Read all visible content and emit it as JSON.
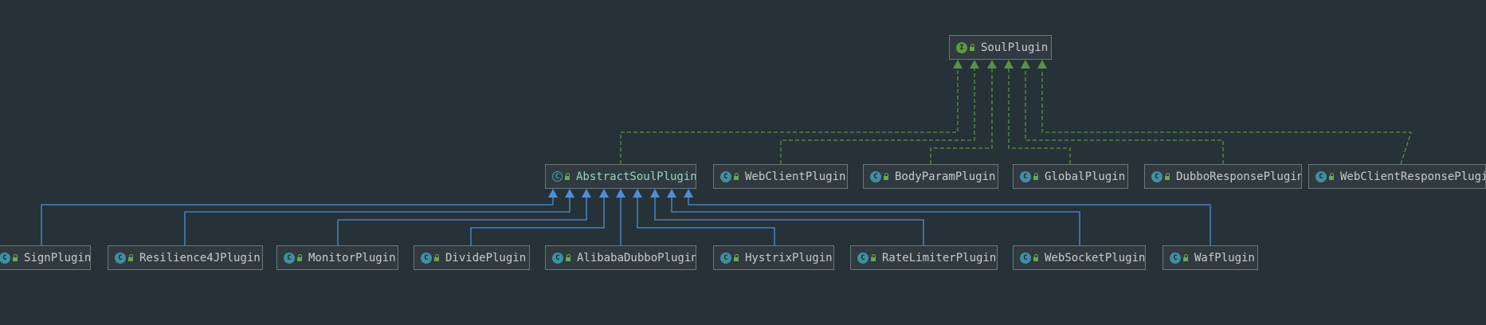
{
  "diagram": {
    "root": {
      "label": "SoulPlugin",
      "kind": "interface",
      "icon": "interface-icon"
    },
    "implementors": [
      {
        "label": "AbstractSoulPlugin",
        "kind": "abstract",
        "icon": "abstract-class-icon"
      },
      {
        "label": "WebClientPlugin",
        "kind": "class",
        "icon": "class-icon"
      },
      {
        "label": "BodyParamPlugin",
        "kind": "class",
        "icon": "class-icon"
      },
      {
        "label": "GlobalPlugin",
        "kind": "class",
        "icon": "class-icon"
      },
      {
        "label": "DubboResponsePlugin",
        "kind": "class",
        "icon": "class-icon"
      },
      {
        "label": "WebClientResponsePlugin",
        "kind": "class",
        "icon": "class-icon"
      }
    ],
    "subclasses": [
      {
        "label": "SignPlugin",
        "kind": "class",
        "icon": "class-icon"
      },
      {
        "label": "Resilience4JPlugin",
        "kind": "class",
        "icon": "class-icon"
      },
      {
        "label": "MonitorPlugin",
        "kind": "class",
        "icon": "class-icon"
      },
      {
        "label": "DividePlugin",
        "kind": "class",
        "icon": "class-icon"
      },
      {
        "label": "AlibabaDubboPlugin",
        "kind": "class",
        "icon": "class-icon"
      },
      {
        "label": "HystrixPlugin",
        "kind": "class",
        "icon": "class-icon"
      },
      {
        "label": "RateLimiterPlugin",
        "kind": "class",
        "icon": "class-icon"
      },
      {
        "label": "WebSocketPlugin",
        "kind": "class",
        "icon": "class-icon"
      },
      {
        "label": "WafPlugin",
        "kind": "class",
        "icon": "class-icon"
      }
    ]
  },
  "colors": {
    "background": "#263238",
    "implements_edge": "#5e8f46",
    "extends_edge": "#4e8ed8"
  }
}
